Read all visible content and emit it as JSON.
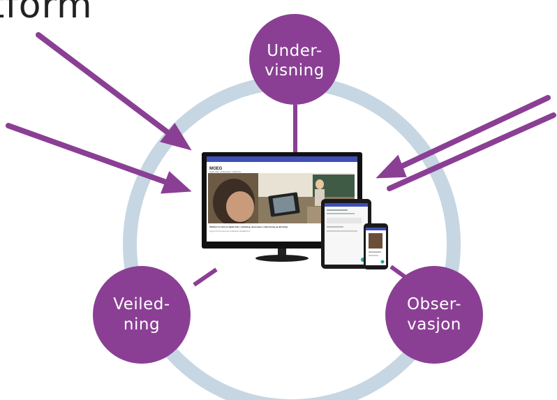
{
  "title": "tform",
  "nodes": {
    "teaching": {
      "line1": "Under-",
      "line2": "visning"
    },
    "guidance": {
      "line1": "Veiled-",
      "line2": "ning"
    },
    "observation": {
      "line1": "Obser-",
      "line2": "vasjon"
    }
  },
  "colors": {
    "ring": "#c6d6e2",
    "purple": "#8a3f94",
    "screen_bar": "#3f4fb5"
  },
  "devices": {
    "monitor": {
      "heading": "MOEG",
      "subheading": "Digital video i praksisskole • Veiledning",
      "caption": "Plattform for bruk av digital video i veiledning, observasjon, undervisning og utforsking",
      "caption2": "Logg inn for å se dine kurs og aktiviteter på plattformen"
    }
  }
}
